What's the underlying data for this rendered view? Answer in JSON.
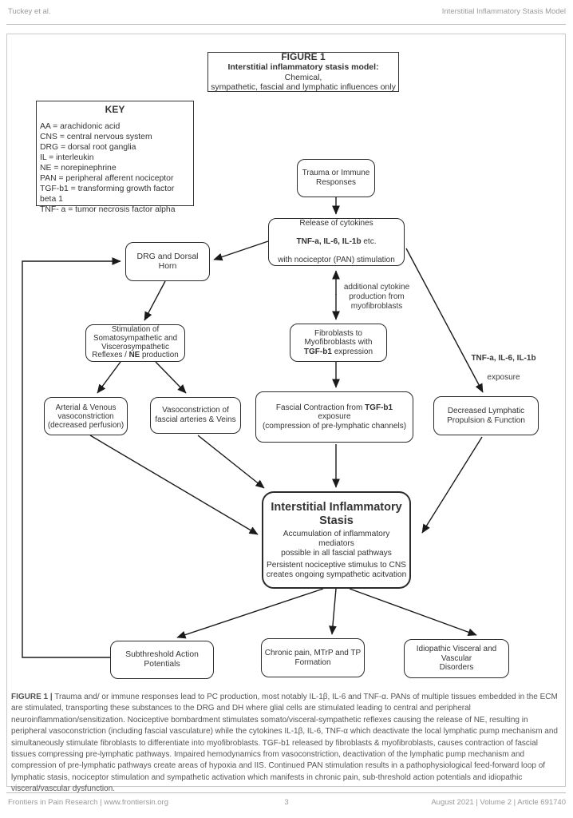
{
  "header": {
    "author": "Tuckey et al.",
    "running_title": "Interstitial Inflammatory Stasis Model"
  },
  "figure": {
    "title_box": {
      "heading": "FIGURE 1",
      "line1_bold": "Interstitial inflammatory stasis model:",
      "line1_rest": " Chemical,",
      "line2": "sympathetic, fascial and lymphatic influences only"
    },
    "key": {
      "heading": "KEY",
      "entries": [
        "AA = arachidonic acid",
        "CNS = central nervous system",
        "DRG = dorsal root ganglia",
        "IL = interleukin",
        "NE = norepinephrine",
        "PAN = peripheral afferent nociceptor",
        "TGF-b1 = transforming growth factor beta 1",
        "TNF- a = tumor necrosis factor alpha"
      ]
    },
    "nodes": {
      "trauma": "Trauma or Immune\nResponses",
      "release_line1": "Release of cytokines",
      "release_line2_bold": "TNF-a, IL-6, IL-1b",
      "release_line2_rest": " etc.",
      "release_line3": "with nociceptor (PAN) stimulation",
      "drg": "DRG and Dorsal Horn",
      "stimulation_pre": "Stimulation of\nSomatosympathetic and\nViscerosympathetic\nReflexes / ",
      "stimulation_bold": "NE",
      "stimulation_post": " production",
      "fibroblasts_pre": "Fibroblasts to\nMyofibroblasts with\n",
      "fibroblasts_bold": "TGF-b1",
      "fibroblasts_post": " expression",
      "arterial": "Arterial & Venous\nvasoconstriction\n(decreased perfusion)",
      "fascial_vaso": "Vasoconstriction of\nfascial arteries & Veins",
      "fascial_contraction_pre": "Fascial Contraction from ",
      "fascial_contraction_bold": "TGF-b1",
      "fascial_contraction_post": " exposure\n(compression of pre-lymphatic channels)",
      "decreased_lymphatic": "Decreased Lymphatic\nPropulsion & Function",
      "iis_title": "Interstitial Inflammatory\nStasis",
      "iis_body1": "Accumulation of inflammatory mediators\npossible in all fascial pathways",
      "iis_body2": "Persistent nociceptive stimulus to CNS\ncreates ongoing sympathetic acitvation",
      "subthreshold": "Subthreshold Action Potentials",
      "chronic": "Chronic pain, MTrP and TP\nFormation",
      "idiopathic": "Idiopathic Visceral and Vascular\nDisorders"
    },
    "labels": {
      "additional_cytokine": "additional cytokine\nproduction from\nmyofibroblasts",
      "tnf_exposure_bold": "TNF-a, IL-6, IL-1b",
      "tnf_exposure_rest": "exposure"
    },
    "caption": {
      "label": "FIGURE 1 |",
      "text": " Trauma and/ or immune responses lead to PC production, most notably IL-1β, IL-6 and TNF-α. PANs of multiple tissues embedded in the ECM are stimulated, transporting these substances to the DRG and DH where glial cells are stimulated leading to central and peripheral neuroinflammation/sensitization. Nociceptive bombardment stimulates somato/visceral-sympathetic reflexes causing the release of NE, resulting in peripheral vasoconstriction (including fascial vasculature) while the cytokines IL-1β, IL-6, TNF-α which deactivate the local lymphatic pump mechanism and simultaneously stimulate fibroblasts to differentiate into myofibroblasts. TGF-b1 released by fibroblasts & myofibroblasts, causes contraction of fascial tissues compressing pre-lymphatic pathways. Impaired hemodynamics from vasoconstriction, deactivation of the lymphatic pump mechanism and compression of pre-lymphatic pathways create areas of hypoxia and IIS. Continued PAN stimulation results in a pathophysiological feed-forward loop of lymphatic stasis, nociceptor stimulation and sympathetic activation which manifests in chronic pain, sub-threshold action potentials and idiopathic visceral/vascular dysfunction."
    }
  },
  "footer": {
    "journal": "Frontiers in Pain Research | www.frontiersin.org",
    "page_number": "3",
    "issue": "August 2021 | Volume 2 | Article 691740"
  },
  "colors": {
    "line": "#1a1a1a",
    "muted_text": "#9a9a9a",
    "panel_border": "#c9c9c9"
  }
}
